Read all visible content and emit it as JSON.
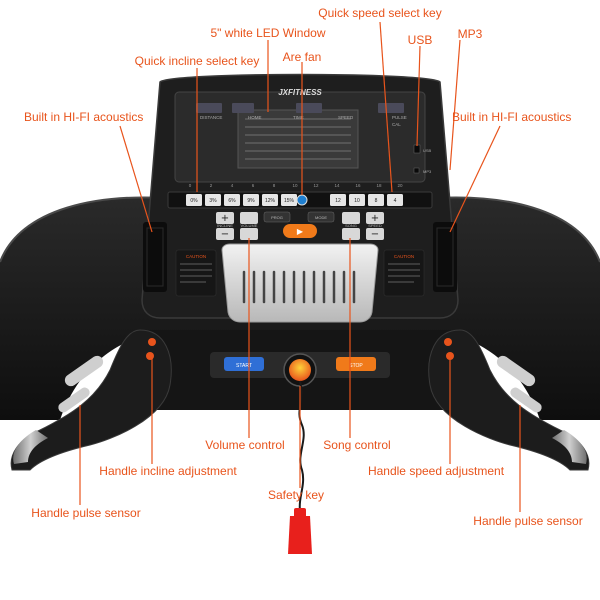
{
  "brand": "JXFITNESS",
  "console": {
    "display_labels": [
      "DISTANCE",
      "HOME",
      "TIME",
      "SPEED",
      "PULSE",
      "CAL"
    ],
    "incline_keys": [
      "0%",
      "3%",
      "6%",
      "9%",
      "12%",
      "15%"
    ],
    "speed_keys": [
      "12",
      "10",
      "8",
      "4"
    ],
    "row_numbers": [
      "0",
      "2",
      "4",
      "6",
      "8",
      "10",
      "12",
      "14",
      "16",
      "18",
      "20"
    ],
    "control_labels": {
      "incline": "INCLINE",
      "volume": "VOLUME",
      "prog": "PROG",
      "mode": "MODE",
      "song": "SONG",
      "speed": "SPEED",
      "caution": "CAUTION",
      "usb": "USB",
      "mp3": "MP3"
    }
  },
  "base_buttons": {
    "start": "START",
    "stop": "STOP"
  },
  "callouts": {
    "quick_speed": "Quick speed select key",
    "led_window": "5\" white LED Window",
    "usb": "USB",
    "mp3": "MP3",
    "quick_incline": "Quick incline select key",
    "fan": "Are fan",
    "hifi_left": "Built in HI-FI acoustics",
    "hifi_right": "Built in HI-FI acoustics",
    "volume": "Volume control",
    "song": "Song control",
    "handle_incline": "Handle incline adjustment",
    "handle_speed": "Handle speed adjustment",
    "safety_key": "Safety key",
    "pulse_left": "Handle pulse sensor",
    "pulse_right": "Handle pulse sensor"
  },
  "colors": {
    "callout": "#e8541c",
    "console": "#1e1e1e",
    "panel": "#2b2b2b",
    "fan_grille": "#d8d8d8",
    "start_button": "#2f6fd6",
    "stop_button": "#f07a1a",
    "safety_key": "#e8201c",
    "handle_grip": "#9a9a9a"
  }
}
